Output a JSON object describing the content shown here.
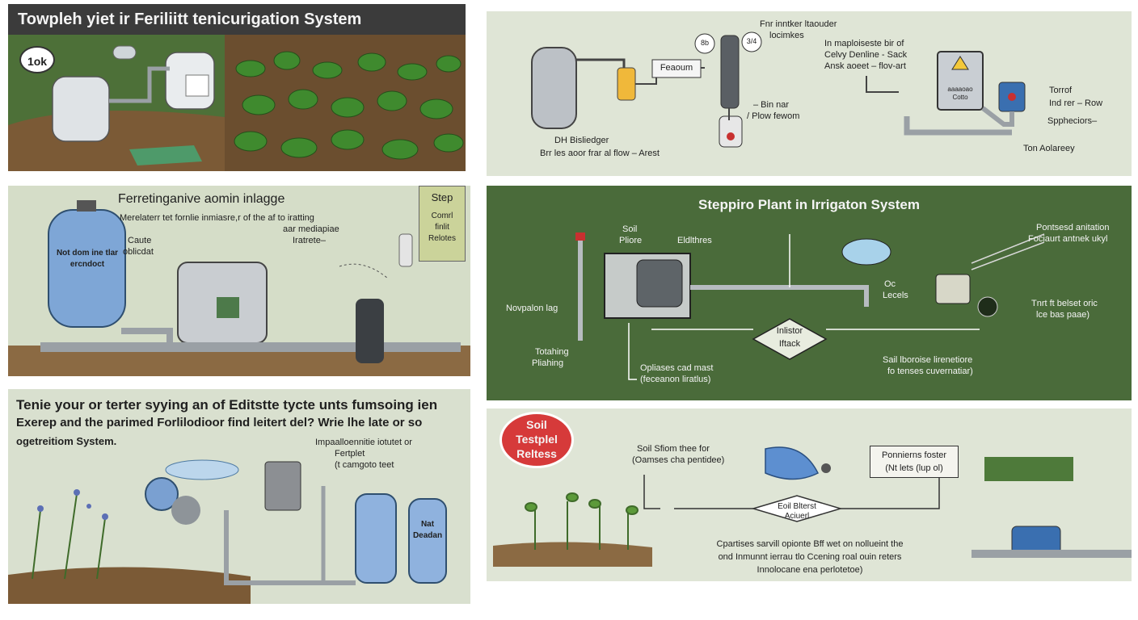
{
  "colors": {
    "dark_green": "#4a6b3a",
    "panel_green_light": "#d7e0cc",
    "tank_blue": "#7ea6d6",
    "soil_brown": "#8b6a43",
    "pipe_gray": "#9aa0a5",
    "badge_red": "#d63a3a"
  },
  "panel_a": {
    "title": "Towpleh yiet ir Feriliitt tenicurigation System",
    "badge": "1ok"
  },
  "panel_b": {
    "title": "Ferretinganive aomin inlagge",
    "subtitle_line1": "Merelaterr tet fornlie inmiasre,r of the af to iratting",
    "subtitle_line2": "aar mediapiae",
    "subtitle_line3": "Iratrete–",
    "caute_line1": "Caute",
    "caute_line2": "oblicdat",
    "tank_label_line1": "Not dom ine tlar",
    "tank_label_line2": "ercndoct",
    "step_box_line1": "Step",
    "step_box_line2": "Comrl",
    "step_box_line3": "finlit",
    "step_box_line4": "Relotes"
  },
  "panel_c": {
    "line1": "Tenie your or terter syying an of Editstte tycte unts fumsoing ien",
    "line2": "Exerep and the parimed Forlilodioor find leitert del? Wrie lhe late or so",
    "line3": "ogetreitiom System.",
    "callout_line1": "Impaalloennitie iotutet or",
    "callout_line2": "Fertplet",
    "callout_line3": "(t camgoto teet",
    "tank_label_line1": "Nat",
    "tank_label_line2": "Deadan"
  },
  "panel_d": {
    "top_label_line1": "Fnr inntker ltaouder",
    "top_label_line2": "locimkes",
    "right_block_line1": "In maploiseste bir of",
    "right_block_line2": "Celvy Denline - Sack",
    "right_block_line3": "Ansk aoeet – flov-art",
    "fieaoum_label": "Feaoum",
    "gauge1": "8b",
    "gauge2": "3/4",
    "mid_label_line1": "– Bin nar",
    "mid_label_line2": "/ Plow fewom",
    "tank_caption_line1": "DH Bisliedger",
    "tank_caption_line2": "Brr les aoor frar al flow – Arest",
    "right_caption_line1": "Torrof",
    "right_caption_line2": "Ind rer – Row",
    "right_caption_line3": "Sppheciors–",
    "bottom_right_label": "Ton Aolareey",
    "control_box_line1": "aaaaoao",
    "control_box_line2": "Cotto"
  },
  "panel_e": {
    "title": "Steppiro Plant in Irrigaton System",
    "soil_label_line1": "Soil",
    "soil_label_line2": "Pliore",
    "eldlthres_label": "Eldlthres",
    "valve_label": "Novpalon lag",
    "totahing_line1": "Totahing",
    "totahing_line2": "Pliahing",
    "diamond_line1": "Inlistor",
    "diamond_line2": "Iftack",
    "oplieses_line1": "Opliases cad mast",
    "oplieses_line2": "(feceanon liratlus)",
    "right_top_line1": "Pontsesd anitation",
    "right_top_line2": "Fociaurt antnek ukyl",
    "oc_line1": "Oc",
    "oc_line2": "Lecels",
    "right_mid_line1": "Tnrt ft belset oric",
    "right_mid_line2": "lce bas paae)",
    "right_bottom_line1": "Sail lboroise lirenetiore",
    "right_bottom_line2": "fo tenses cuvernatiar)"
  },
  "panel_f": {
    "badge_line1": "Soil",
    "badge_line2": "Testplel",
    "badge_line3": "Reltess",
    "soil_label_line1": "Soil Sfiom thee for",
    "soil_label_line2": "(Oamses cha pentidee)",
    "box_line1": "Ponnierns foster",
    "box_line2": "(Nt lets (lup ol)",
    "diamond_line1": "Eoil Blterst",
    "diamond_line2": "Aciuerl",
    "bottom_line1": "Cpartises sarvill opionte Bff wet on nollueint the",
    "bottom_line2": "ond Inmunnt ierrau tlo Ccening roal ouin reters",
    "bottom_line3": "Innolocane ena perlotetoe)"
  }
}
